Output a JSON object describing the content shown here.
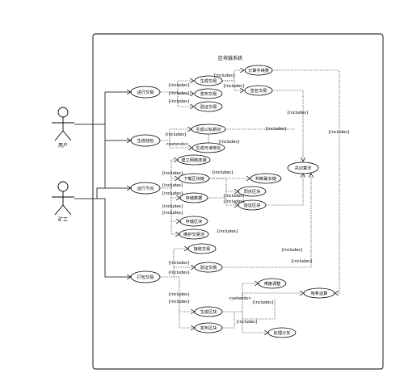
{
  "system": {
    "title": "区块链系统"
  },
  "actors": {
    "user": "用户",
    "miner": "矿工"
  },
  "use_cases": {
    "make_tx": "进行交易",
    "generate_wallet": "生成钱包",
    "run_node": "运行节点",
    "pack_tx": "打包交易",
    "gen_tx": "生成交易",
    "publish_tx": "发布交易",
    "verify_tx": "验证交易",
    "calc_fee": "计算手续费",
    "sign_tx": "签名交易",
    "gen_pubkey": "生成公私钥对",
    "gen_addr": "生成可读地址",
    "build_net": "建立网络连接",
    "download_chain": "下载区块链",
    "judge_fork": "判断最长链",
    "sync_block": "同步区块",
    "verify_block": "验证区块",
    "store_data": "存储数据",
    "save_block": "存储区块",
    "maintain_pool": "维护交易池",
    "receive_tx": "接收交易",
    "verify_tx2": "验证交易",
    "gen_block": "生成区块",
    "publish_block": "发布区块",
    "consensus": "共识算法",
    "hash_calc": "哈希运算",
    "adjust_diff": "难度调整",
    "fork": "处理分叉"
  },
  "relations": {
    "includes": "{includes}",
    "extends": "<extends>"
  }
}
